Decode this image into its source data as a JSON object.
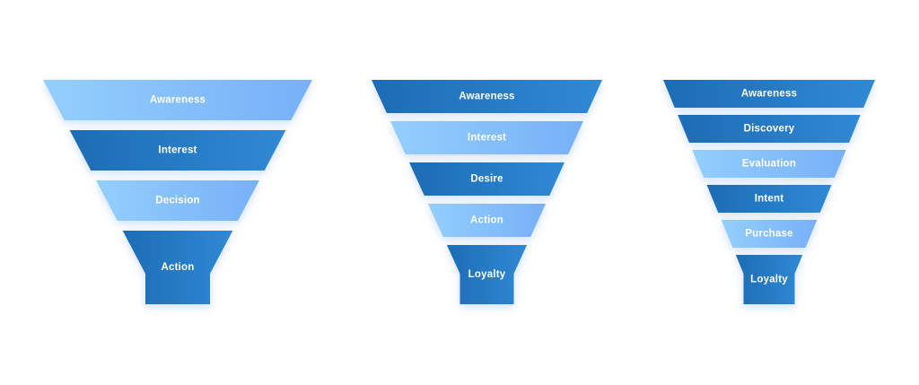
{
  "background_color": "#ffffff",
  "theme": {
    "light_gradient_start": "#93CFFC",
    "light_gradient_end": "#78B0F8",
    "dark_gradient_start": "#1C6CB5",
    "dark_gradient_end": "#3089D4",
    "label_color": "#FFFFFF"
  },
  "chart_data": {
    "type": "funnel",
    "title": "",
    "funnels": [
      {
        "name": "funnel-4-stage",
        "stages": [
          {
            "label": "Awareness",
            "tone": "light"
          },
          {
            "label": "Interest",
            "tone": "dark"
          },
          {
            "label": "Decision",
            "tone": "light"
          },
          {
            "label": "Action",
            "tone": "dark"
          }
        ]
      },
      {
        "name": "funnel-5-stage",
        "stages": [
          {
            "label": "Awareness",
            "tone": "dark"
          },
          {
            "label": "Interest",
            "tone": "light"
          },
          {
            "label": "Desire",
            "tone": "dark"
          },
          {
            "label": "Action",
            "tone": "light"
          },
          {
            "label": "Loyalty",
            "tone": "dark"
          }
        ]
      },
      {
        "name": "funnel-6-stage",
        "stages": [
          {
            "label": "Awareness",
            "tone": "dark"
          },
          {
            "label": "Discovery",
            "tone": "dark"
          },
          {
            "label": "Evaluation",
            "tone": "light"
          },
          {
            "label": "Intent",
            "tone": "dark"
          },
          {
            "label": "Purchase",
            "tone": "light"
          },
          {
            "label": "Loyalty",
            "tone": "dark"
          }
        ]
      }
    ]
  }
}
